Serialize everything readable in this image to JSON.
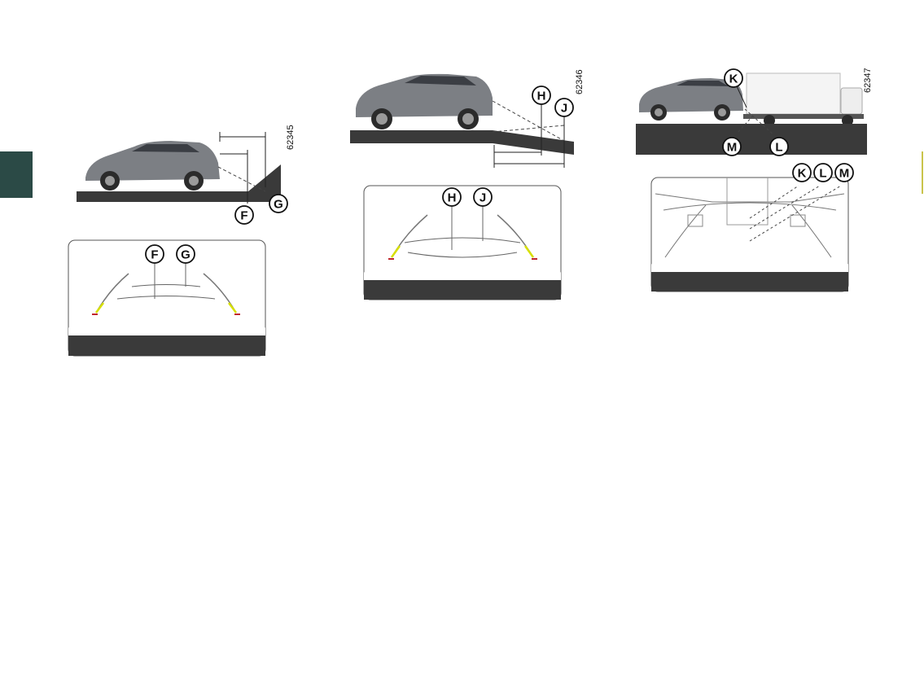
{
  "page": {
    "figures": [
      {
        "ref": "62345",
        "callouts": [
          "F",
          "G"
        ],
        "screen_callouts": [
          "F",
          "G"
        ]
      },
      {
        "ref": "62346",
        "callouts": [
          "H",
          "J"
        ],
        "screen_callouts": [
          "H",
          "J"
        ]
      },
      {
        "ref": "62347",
        "callouts": [
          "K",
          "M",
          "L"
        ],
        "screen_callouts": [
          "K",
          "L",
          "M"
        ]
      }
    ]
  },
  "colors": {
    "tab": "#2b4a46",
    "ground": "#3a3a3a",
    "guide_yellow": "#d7e000",
    "guide_red": "#c0262d",
    "car": "#7c7f84"
  },
  "icons": [
    "car-illustration",
    "truck-illustration",
    "camera-screen"
  ]
}
